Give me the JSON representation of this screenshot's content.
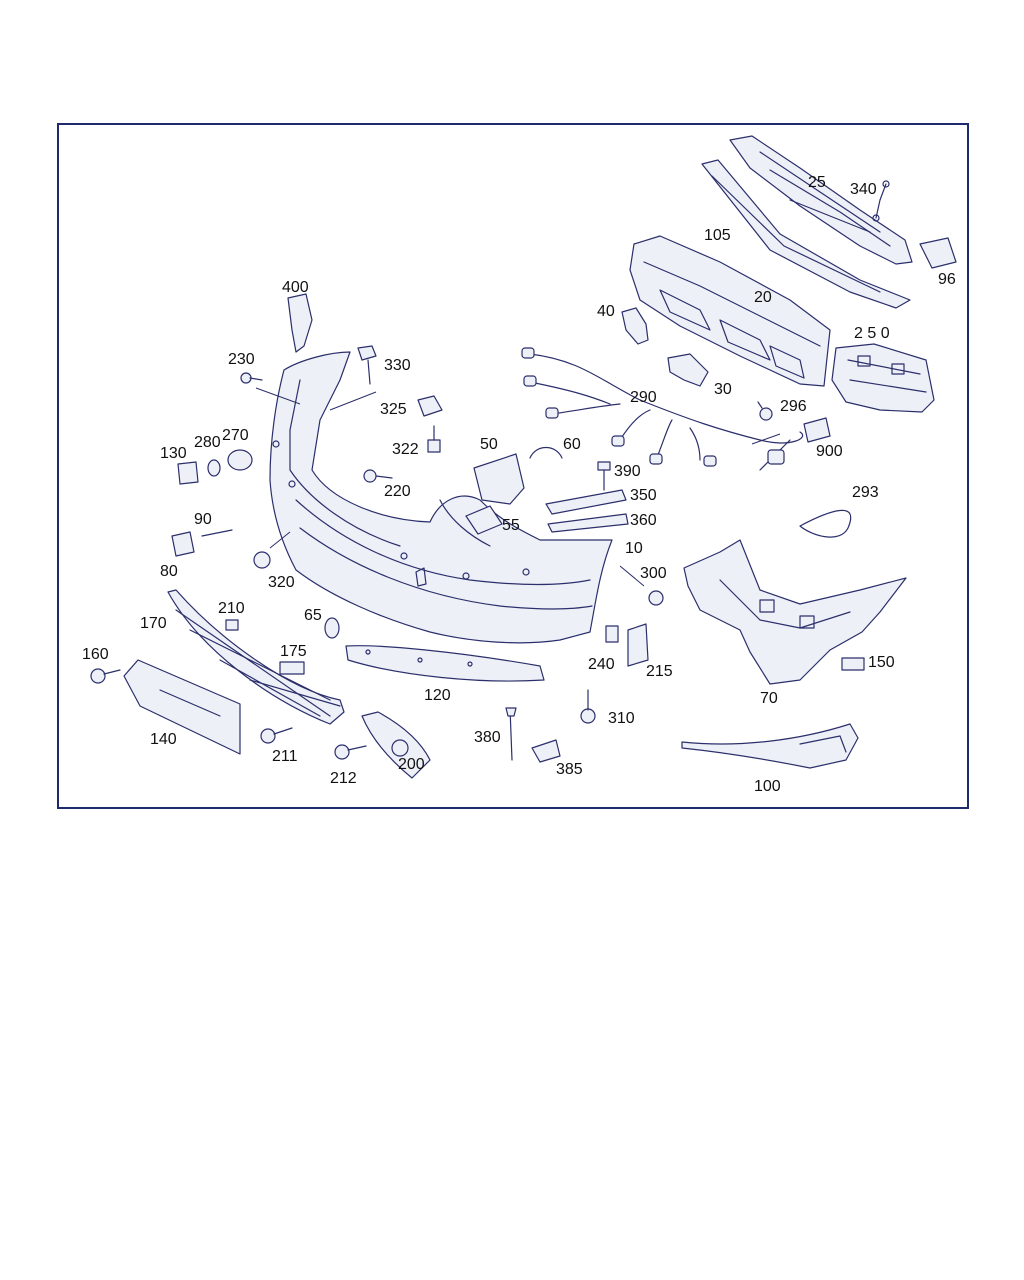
{
  "colors": {
    "frame": "#1f2a6e",
    "line": "#2b2f6b",
    "text": "#111111"
  },
  "callouts": {
    "c10": "10",
    "c20": "20",
    "c25": "25",
    "c30": "30",
    "c40": "40",
    "c50": "50",
    "c55": "55",
    "c60": "60",
    "c65": "65",
    "c70": "70",
    "c80": "80",
    "c90": "90",
    "c96": "96",
    "c100": "100",
    "c105": "105",
    "c120": "120",
    "c130": "130",
    "c140": "140",
    "c150": "150",
    "c160": "160",
    "c170": "170",
    "c175": "175",
    "c200": "200",
    "c210": "210",
    "c211": "211",
    "c212": "212",
    "c215": "215",
    "c220": "220",
    "c230": "230",
    "c240": "240",
    "c250": "2 5 0",
    "c270": "270",
    "c280": "280",
    "c290": "290",
    "c293": "293",
    "c296": "296",
    "c300": "300",
    "c310": "310",
    "c320": "320",
    "c322": "322",
    "c325": "325",
    "c330": "330",
    "c340": "340",
    "c350": "350",
    "c360": "360",
    "c380": "380",
    "c385": "385",
    "c390": "390",
    "c400": "400",
    "c900": "900"
  }
}
